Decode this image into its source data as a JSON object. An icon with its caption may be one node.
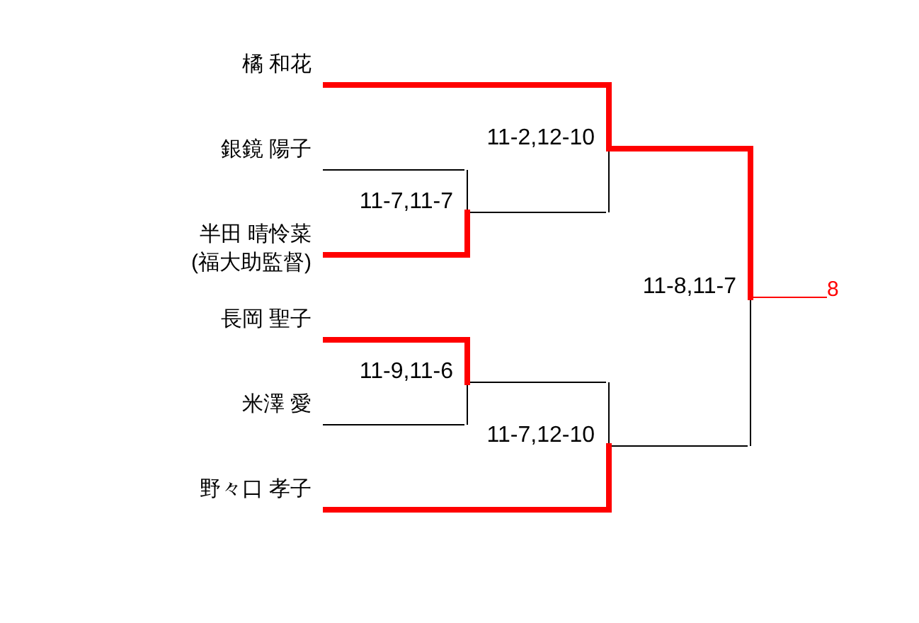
{
  "diagram": {
    "nodes": [
      {
        "text": [
          "橘 和花"
        ]
      },
      {
        "text": [
          "銀鏡 陽子"
        ]
      },
      {
        "text": [
          "半田 晴怜菜",
          "(福大助監督)"
        ]
      },
      {
        "text": [
          "長岡 聖子"
        ]
      },
      {
        "text": [
          "米澤 愛"
        ]
      },
      {
        "text": [
          "野々口 孝子"
        ]
      },
      {
        "text": [],
        "shape": "bar",
        "beside": [
          "11-7,11-7"
        ]
      },
      {
        "text": [],
        "shape": "bar",
        "beside": [
          "11-9,11-6"
        ]
      },
      {
        "text": [],
        "shape": "bar",
        "beside": [
          "11-2,12-10"
        ]
      },
      {
        "text": [],
        "shape": "bar",
        "beside": [
          "11-7,12-10"
        ]
      },
      {
        "text": [],
        "shape": "bar",
        "beside": [
          "11-8,11-7"
        ]
      },
      {
        "text": [
          "8"
        ]
      }
    ],
    "edges": [
      {
        "from": 1,
        "to": 6,
        "arrow": "none",
        "color": "#000000"
      },
      {
        "from": 2,
        "to": 6,
        "arrow": "none",
        "style": "thick",
        "color": "#ff0000"
      },
      {
        "from": 3,
        "to": 7,
        "arrow": "none",
        "style": "thick",
        "color": "#ff0000"
      },
      {
        "from": 4,
        "to": 7,
        "arrow": "none",
        "color": "#000000"
      },
      {
        "from": 0,
        "to": 8,
        "arrow": "none",
        "style": "thick",
        "color": "#ff0000"
      },
      {
        "from": 6,
        "to": 8,
        "arrow": "none",
        "color": "#000000"
      },
      {
        "from": 7,
        "to": 9,
        "arrow": "none",
        "color": "#000000"
      },
      {
        "from": 5,
        "to": 9,
        "arrow": "none",
        "style": "thick",
        "color": "#ff0000"
      },
      {
        "from": 8,
        "to": 10,
        "arrow": "none",
        "style": "thick",
        "color": "#ff0000"
      },
      {
        "from": 9,
        "to": 10,
        "arrow": "none",
        "color": "#000000"
      },
      {
        "from": 10,
        "to": 11,
        "arrow": "none",
        "color": "#ff0000"
      }
    ]
  }
}
